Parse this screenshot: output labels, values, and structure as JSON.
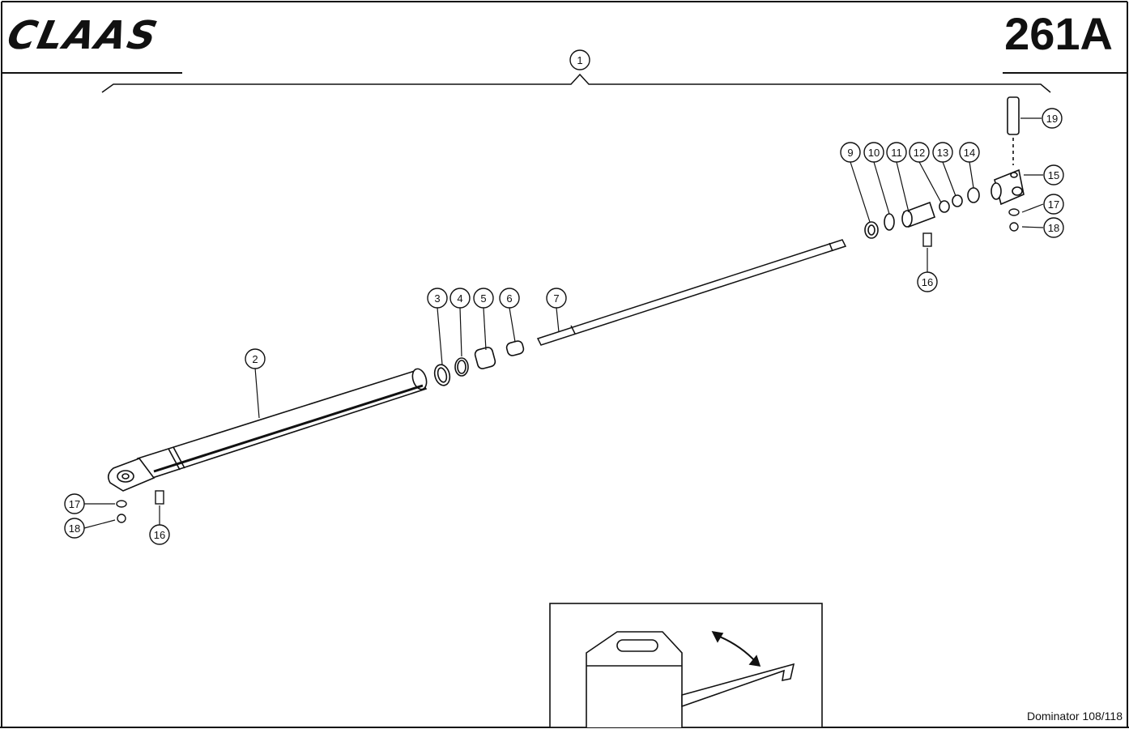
{
  "header": {
    "brand": "CLAAS",
    "page_number": "261A"
  },
  "footer": {
    "model": "Dominator 108/118"
  },
  "callouts": [
    "1",
    "2",
    "3",
    "4",
    "5",
    "6",
    "7",
    "9",
    "10",
    "11",
    "12",
    "13",
    "14",
    "15",
    "16",
    "16",
    "17",
    "17",
    "18",
    "18",
    "19"
  ]
}
